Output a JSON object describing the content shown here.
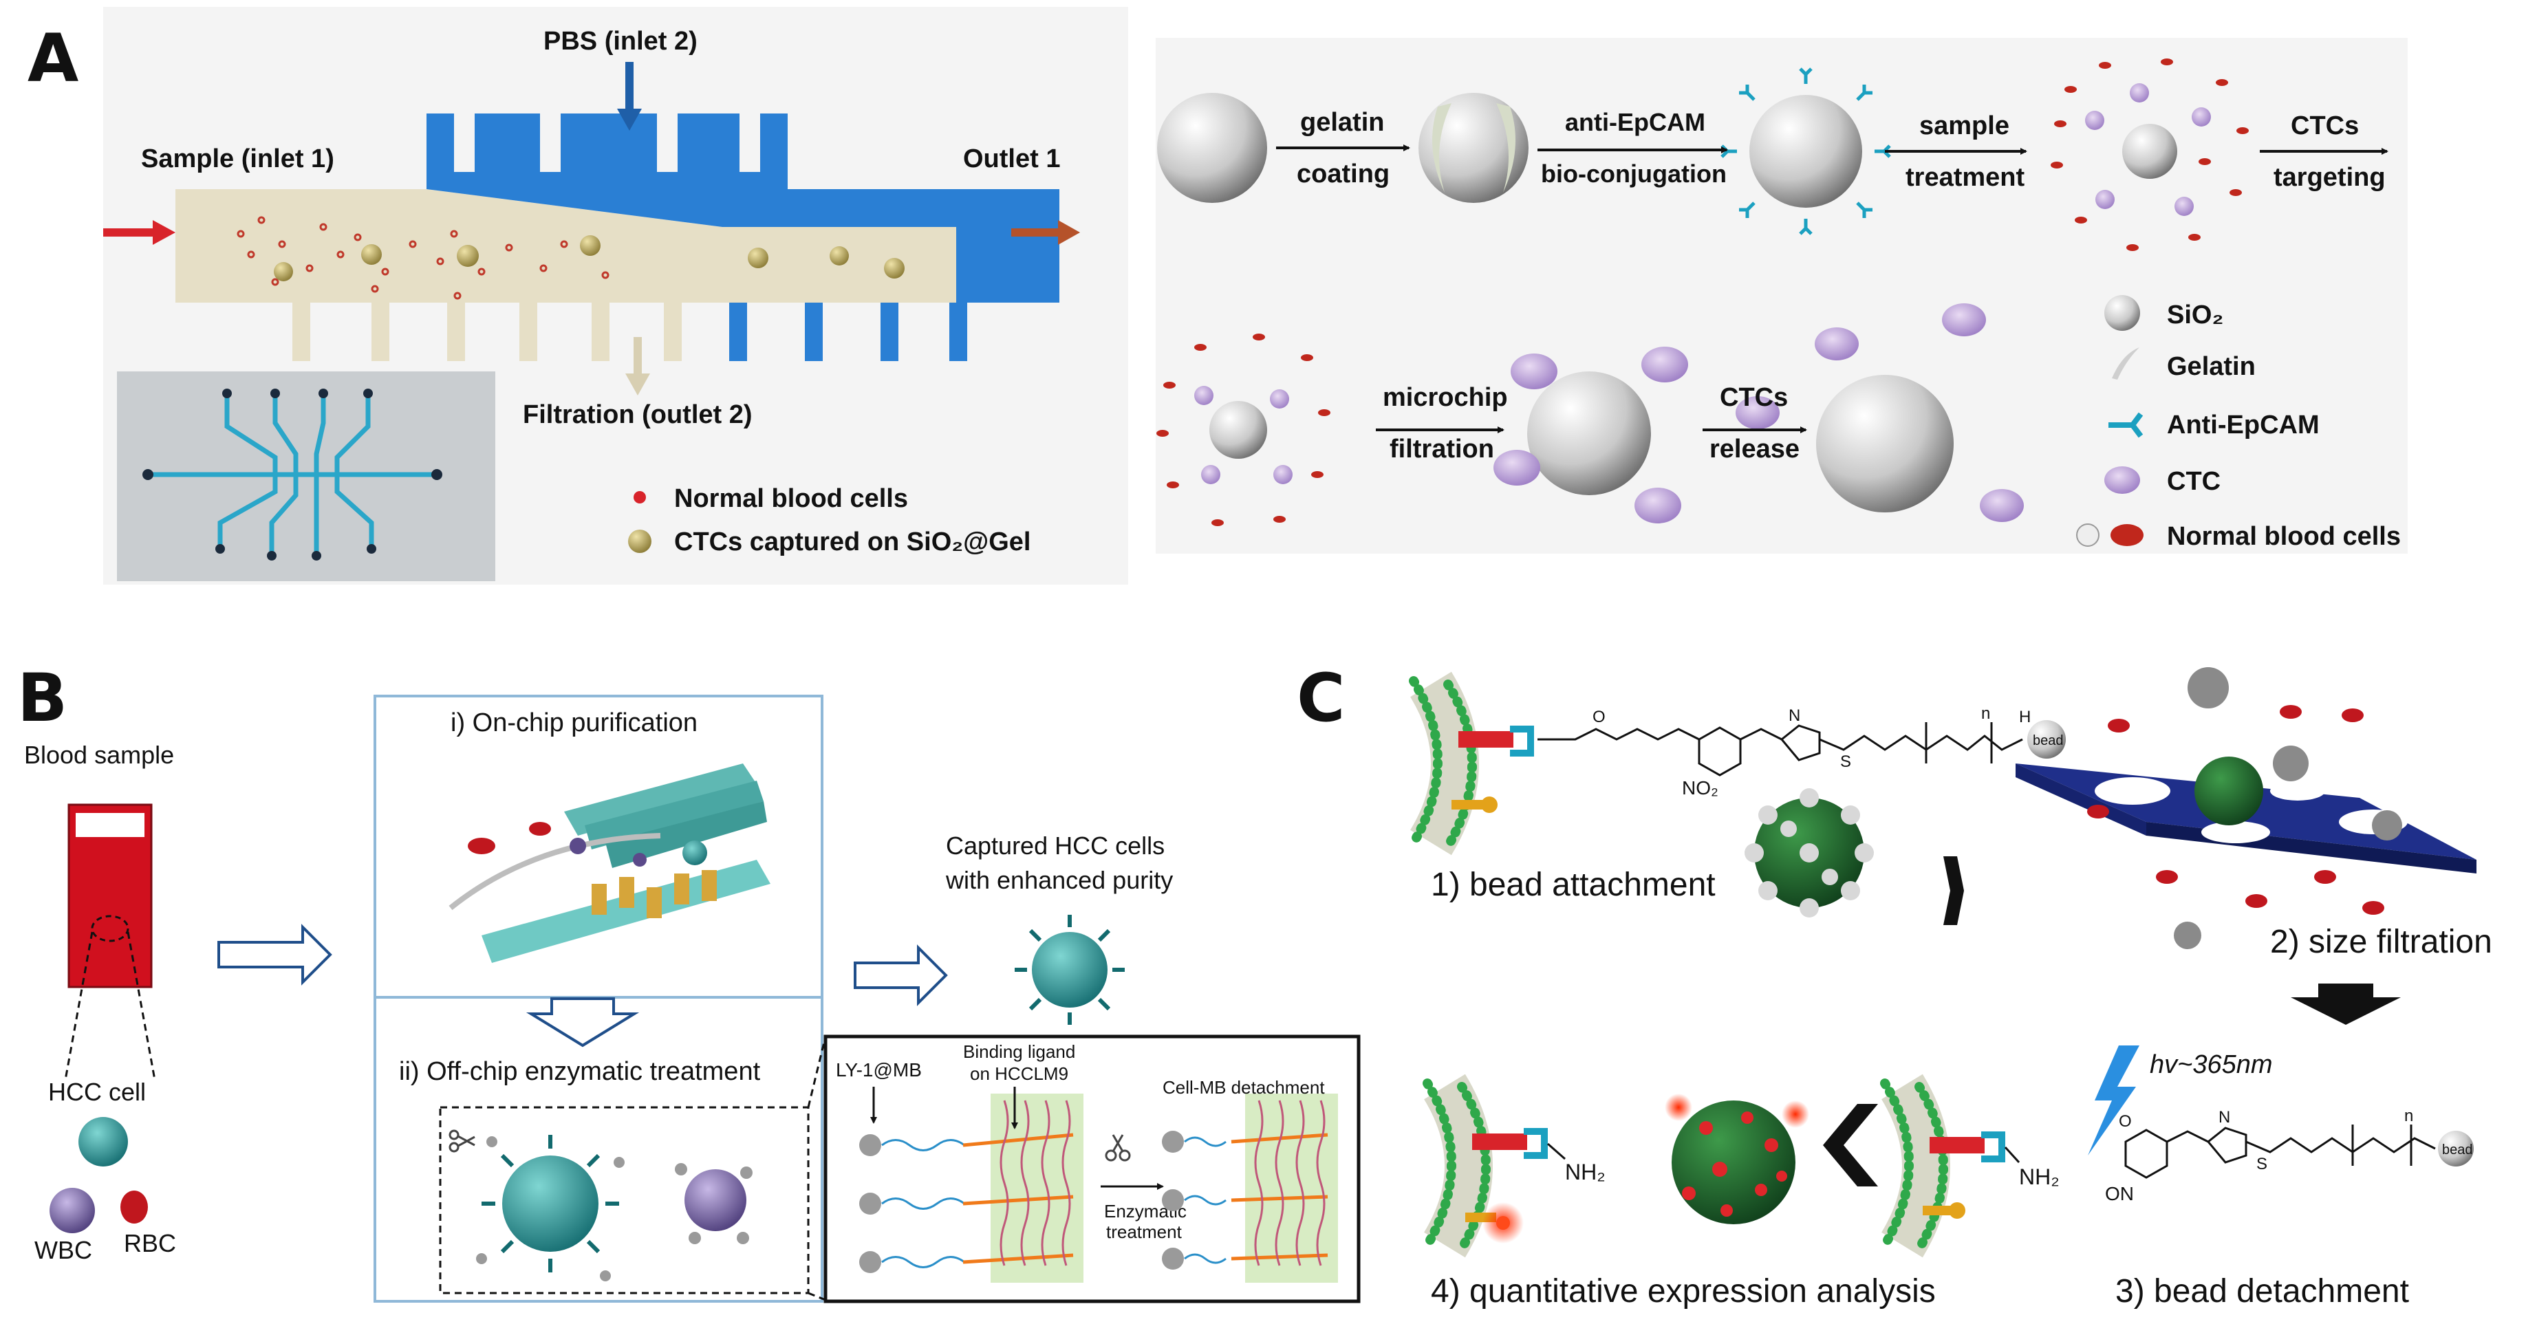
{
  "panels": {
    "a": {
      "letter": "A",
      "chip": {
        "inlet2": "PBS (inlet 2)",
        "inlet1": "Sample (inlet 1)",
        "outlet1": "Outlet 1",
        "outlet2": "Filtration (outlet 2)",
        "legend": [
          "Normal blood cells",
          "CTCs captured on SiO₂@Gel"
        ]
      },
      "process": {
        "steps": [
          [
            "gelatin",
            "coating"
          ],
          [
            "anti-EpCAM",
            "bio-conjugation"
          ],
          [
            "sample",
            "treatment"
          ],
          [
            "CTCs",
            "targeting"
          ],
          [
            "microchip",
            "filtration"
          ],
          [
            "CTCs",
            "release"
          ]
        ],
        "legend": [
          "SiO₂",
          "Gelatin",
          "Anti-EpCAM",
          "CTC",
          "Normal blood cells"
        ]
      },
      "colors": {
        "chip_blue": "#2a7fd4",
        "chip_beige": "#e6dfc6",
        "arrow_red": "#d8232a",
        "arrow_brown": "#b5522a"
      }
    },
    "b": {
      "letter": "B",
      "blood_sample": "Blood sample",
      "hcc_cell": "HCC cell",
      "wbc": "WBC",
      "rbc": "RBC",
      "step1": "i) On-chip purification",
      "step2": "ii) Off-chip enzymatic treatment",
      "result": [
        "Captured HCC cells",
        "with enhanced purity"
      ],
      "inset": {
        "mb": "LY-1@MB",
        "ligand": [
          "Binding ligand",
          "on HCCLM9"
        ],
        "detach": "Cell-MB detachment",
        "enzymatic": [
          "Enzymatic",
          "treatment"
        ]
      },
      "colors": {
        "tube_red": "#d0101e",
        "cell_teal": "#1e8a8a",
        "frame_blue": "#8fb8d8"
      }
    },
    "c": {
      "letter": "C",
      "step1": "1) bead attachment",
      "step2": "2) size filtration",
      "step3": "3) bead detachment",
      "step4": "4) quantitative expression analysis",
      "light": "hv~365nm",
      "chem": {
        "bead": "bead",
        "nh2": "NH₂",
        "no2": "NO₂",
        "n": "n",
        "o": "O",
        "h": "H",
        "nn": "N",
        "s": "S",
        "on": "ON"
      },
      "colors": {
        "membrane": "#1f2f8a",
        "bolt": "#2a8fe0"
      }
    }
  }
}
